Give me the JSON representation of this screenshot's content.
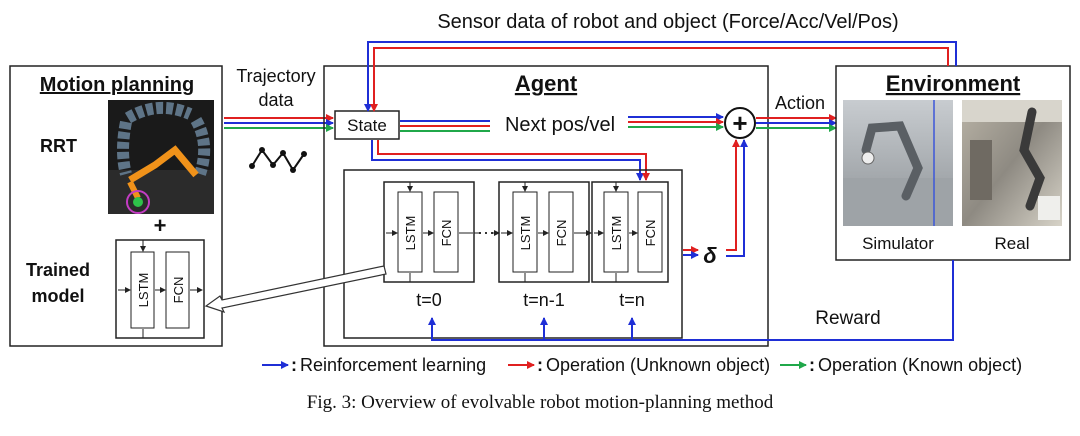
{
  "top_label": "Sensor data of robot and object (Force/Acc/Vel/Pos)",
  "motion_planning": {
    "title": "Motion planning",
    "rrt_label": "RRT",
    "plus": "+",
    "trained_model_line1": "Trained",
    "trained_model_line2": "model",
    "lstm": "LSTM",
    "fcn": "FCN"
  },
  "trajectory_label_line1": "Trajectory",
  "trajectory_label_line2": "data",
  "agent": {
    "title": "Agent",
    "state": "State",
    "next": "Next pos/vel",
    "sum_symbol": "+",
    "delta": "δ",
    "dots": "···",
    "cells": [
      {
        "lstm": "LSTM",
        "fcn": "FCN",
        "time": "t=0"
      },
      {
        "lstm": "LSTM",
        "fcn": "FCN",
        "time": "t=n-1"
      },
      {
        "lstm": "LSTM",
        "fcn": "FCN",
        "time": "t=n"
      }
    ]
  },
  "action_label": "Action",
  "reward_label": "Reward",
  "environment": {
    "title": "Environment",
    "simulator": "Simulator",
    "real": "Real"
  },
  "legend": [
    {
      "color": "#1f2fd6",
      "text": "Reinforcement learning"
    },
    {
      "color": "#e02020",
      "text": "Operation (Unknown object)"
    },
    {
      "color": "#20a84a",
      "text": "Operation (Known object)"
    }
  ],
  "caption": "Fig. 3: Overview of evolvable robot motion-planning method",
  "colors": {
    "blue": "#1f2fd6",
    "red": "#e02020",
    "green": "#20a84a"
  }
}
